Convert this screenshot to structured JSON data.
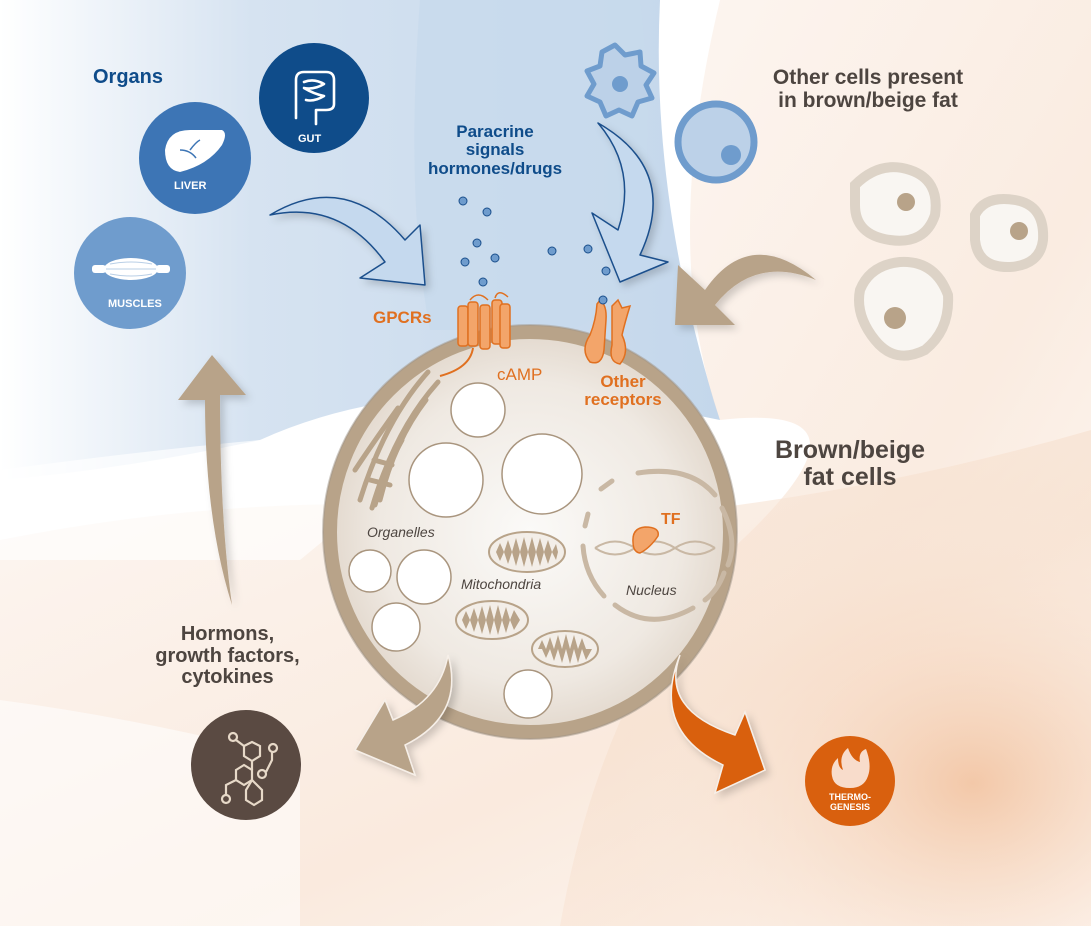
{
  "colors": {
    "blue_dark": "#0f4c8a",
    "blue_mid": "#3d75b5",
    "blue_light": "#6f9ccd",
    "tan": "#b8a389",
    "tan_light": "#ddd3c7",
    "orange": "#e07020",
    "orange_dark": "#d9600e",
    "brown_dark": "#5a4a42",
    "text_dark": "#4d4540"
  },
  "labels": {
    "organs": "Organs",
    "gut": "GUT",
    "liver": "LIVER",
    "muscles": "MUSCLES",
    "paracrine_1": "Paracrine",
    "paracrine_2": "signals",
    "paracrine_3": "hormones/drugs",
    "other_cells_1": "Other cells present",
    "other_cells_2": "in brown/beige fat",
    "gpcrs": "GPCRs",
    "camp": "cAMP",
    "other_receptors_1": "Other",
    "other_receptors_2": "receptors",
    "fat_cells_1": "Brown/beige",
    "fat_cells_2": "fat cells",
    "organelles": "Organelles",
    "mitochondria": "Mitochondria",
    "nucleus": "Nucleus",
    "tf": "TF",
    "hormons_1": "Hormons,",
    "hormons_2": "growth factors,",
    "hormons_3": "cytokines",
    "thermo_1": "THERMO-",
    "thermo_2": "GENESIS"
  },
  "icons": {
    "gut": "intestine-icon",
    "liver": "liver-icon",
    "muscles": "muscle-icon",
    "hormones": "molecule-icon",
    "thermogenesis": "flame-icon"
  }
}
